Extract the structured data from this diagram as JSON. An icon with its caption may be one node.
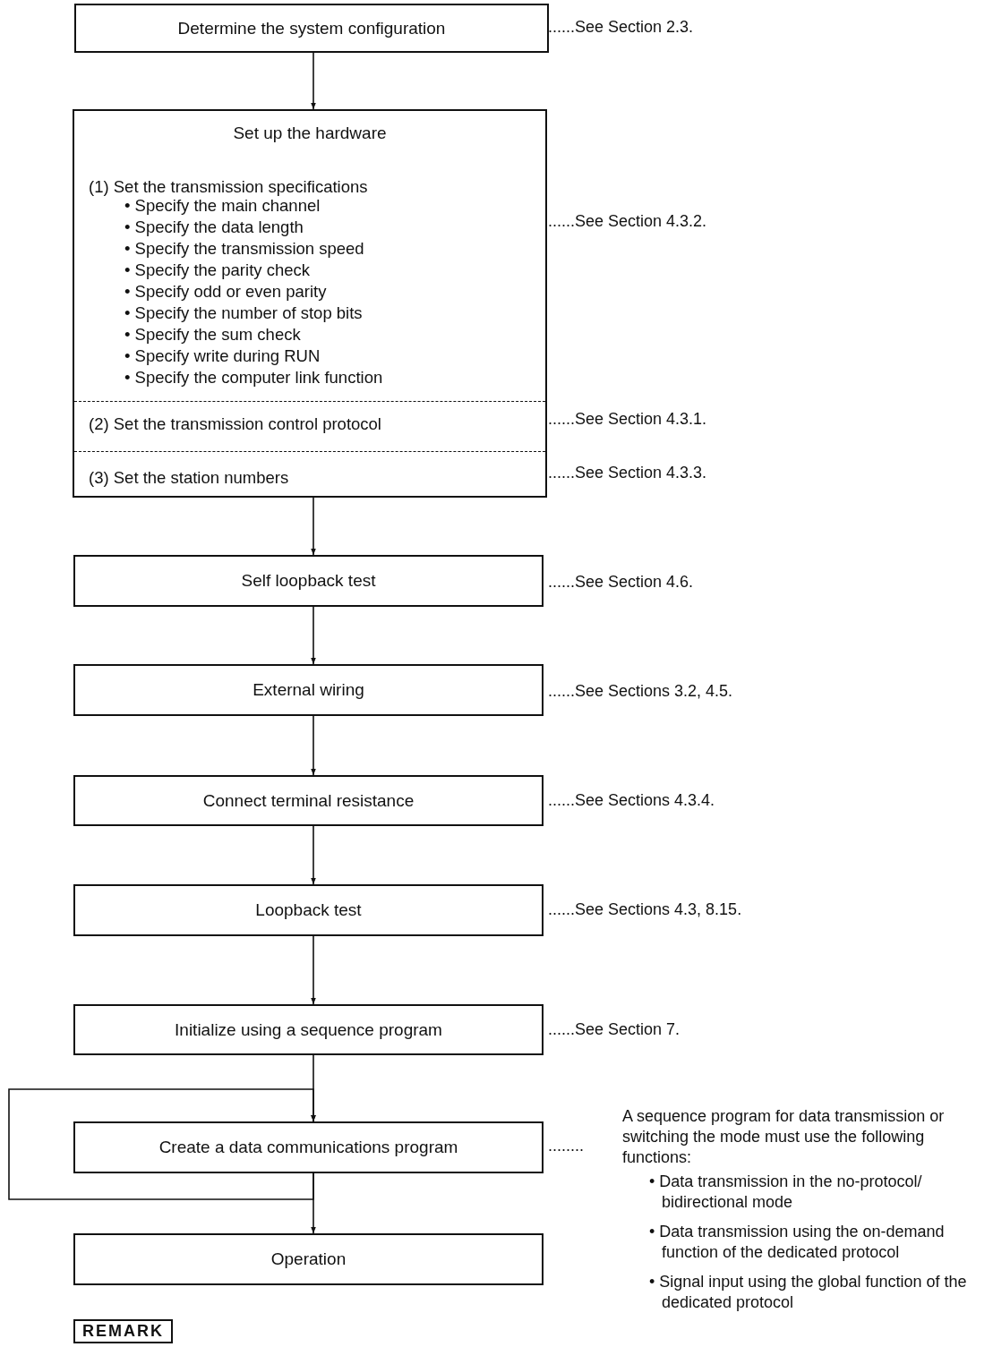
{
  "diagram": {
    "nodes": [
      {
        "text": [
          "Determine the system configuration"
        ],
        "beside": [
          "......See Section 2.3."
        ]
      },
      {
        "text": [
          "Set up the hardware"
        ]
      },
      {
        "text": [
          "(1) Set the transmission specifications",
          "• Specify the main channel",
          "• Specify the data length",
          "• Specify the transmission speed",
          "• Specify the parity check",
          "• Specify odd or even parity",
          "• Specify the number of stop bits",
          "• Specify the sum check",
          "• Specify write during RUN",
          "• Specify the computer link function"
        ],
        "in": 1
      },
      {
        "text": [
          "(2) Set the transmission control protocol"
        ],
        "in": 1,
        "beside": [
          "......See Section 4.3.1."
        ]
      },
      {
        "text": [
          "(3) Set the station numbers"
        ],
        "in": 1,
        "beside": [
          "......See Section 4.3.3."
        ]
      },
      {
        "text": [
          "Self loopback test"
        ],
        "beside": [
          "......See Section 4.6."
        ]
      },
      {
        "text": [
          "External wiring"
        ],
        "beside": [
          "......See Sections 3.2, 4.5."
        ]
      },
      {
        "text": [
          "Connect terminal resistance"
        ],
        "beside": [
          "......See Sections 4.3.4."
        ]
      },
      {
        "text": [
          "Loopback test"
        ],
        "beside": [
          "......See Sections 4.3, 8.15."
        ]
      },
      {
        "text": [
          "Initialize using a sequence program"
        ],
        "beside": [
          "......See Section 7."
        ]
      },
      {
        "text": [
          "Create a data communications program"
        ],
        "beside": [
          "........",
          "A sequence program for data transmission or switching the mode must use the following functions:",
          "• Data transmission in the no-protocol/ bidirectional mode",
          "• Data transmission using the on-demand function of the dedicated protocol",
          "• Signal input using the global function of the dedicated protocol"
        ]
      },
      {
        "text": [
          "Operation"
        ]
      }
    ],
    "edges": [
      {
        "from": 0,
        "to": 1,
        "arrow": "to"
      },
      {
        "from": 1,
        "to": 5,
        "arrow": "to"
      },
      {
        "from": 5,
        "to": 6,
        "arrow": "to"
      },
      {
        "from": 6,
        "to": 7,
        "arrow": "to"
      },
      {
        "from": 7,
        "to": 8,
        "arrow": "to"
      },
      {
        "from": 8,
        "to": 9,
        "arrow": "to"
      },
      {
        "from": 9,
        "to": 10,
        "arrow": "to"
      },
      {
        "from": 10,
        "to": 11,
        "arrow": "to"
      },
      {
        "from": 10,
        "to": 10,
        "arrow": "to"
      }
    ],
    "labels": [
      "......See Section 4.3.2.",
      "REMARK"
    ]
  }
}
